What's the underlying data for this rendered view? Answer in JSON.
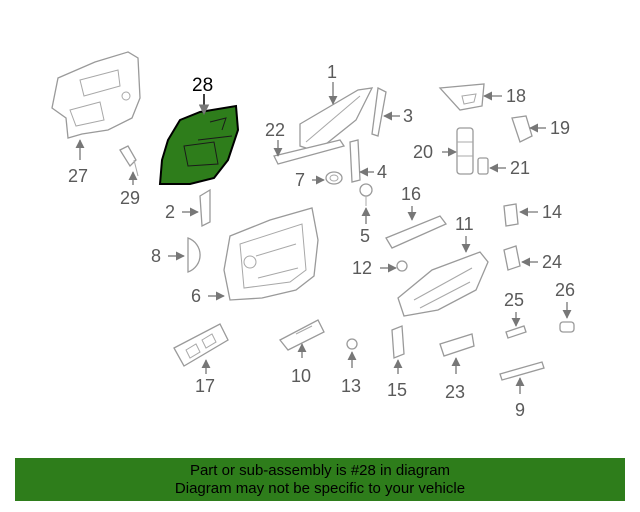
{
  "callouts": {
    "c1": "1",
    "c2": "2",
    "c3": "3",
    "c4": "4",
    "c5": "5",
    "c6": "6",
    "c7": "7",
    "c8": "8",
    "c9": "9",
    "c10": "10",
    "c11": "11",
    "c12": "12",
    "c13": "13",
    "c14": "14",
    "c15": "15",
    "c16": "16",
    "c17": "17",
    "c18": "18",
    "c19": "19",
    "c20": "20",
    "c21": "21",
    "c22": "22",
    "c23": "23",
    "c24": "24",
    "c25": "25",
    "c26": "26",
    "c27": "27",
    "c28": "28",
    "c29": "29"
  },
  "highlighted_part": "28",
  "colors": {
    "highlight_fill": "#2e7d1b",
    "banner_background": "#2e7d1b",
    "outline": "#9a9a9a"
  },
  "banner": {
    "line1": "Part or sub-assembly is #28 in diagram",
    "line2": "Diagram may not be specific to your vehicle"
  }
}
